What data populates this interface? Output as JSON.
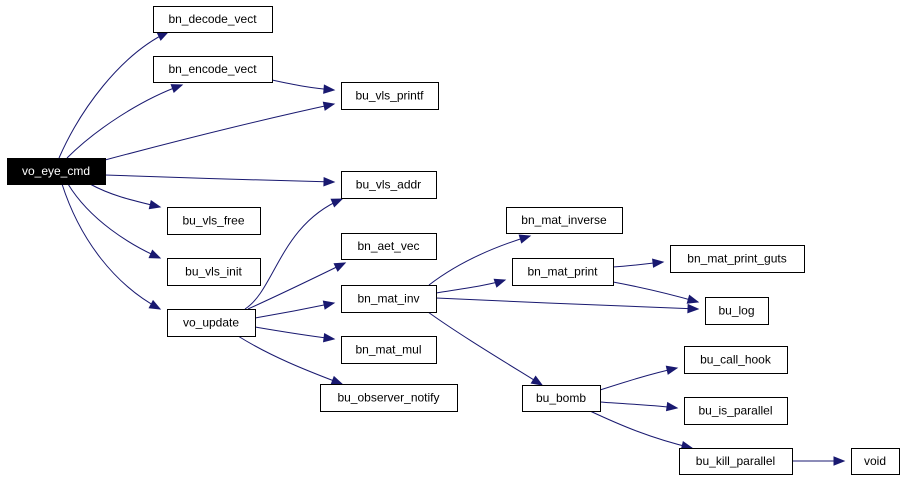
{
  "colors": {
    "edge": "#191970",
    "root_fill": "#000000",
    "root_text": "#ffffff",
    "node_fill": "#ffffff",
    "node_border": "#000000"
  },
  "nodes": [
    {
      "id": "vo_eye_cmd",
      "label": "vo_eye_cmd",
      "root": true
    },
    {
      "id": "bn_decode_vect",
      "label": "bn_decode_vect"
    },
    {
      "id": "bn_encode_vect",
      "label": "bn_encode_vect"
    },
    {
      "id": "bu_vls_printf",
      "label": "bu_vls_printf"
    },
    {
      "id": "bu_vls_addr",
      "label": "bu_vls_addr"
    },
    {
      "id": "bu_vls_free",
      "label": "bu_vls_free"
    },
    {
      "id": "bu_vls_init",
      "label": "bu_vls_init"
    },
    {
      "id": "vo_update",
      "label": "vo_update"
    },
    {
      "id": "bn_aet_vec",
      "label": "bn_aet_vec"
    },
    {
      "id": "bn_mat_inv",
      "label": "bn_mat_inv"
    },
    {
      "id": "bn_mat_mul",
      "label": "bn_mat_mul"
    },
    {
      "id": "bu_observer_notify",
      "label": "bu_observer_notify"
    },
    {
      "id": "bn_mat_inverse",
      "label": "bn_mat_inverse"
    },
    {
      "id": "bn_mat_print",
      "label": "bn_mat_print"
    },
    {
      "id": "bn_mat_print_guts",
      "label": "bn_mat_print_guts"
    },
    {
      "id": "bu_log",
      "label": "bu_log"
    },
    {
      "id": "bu_bomb",
      "label": "bu_bomb"
    },
    {
      "id": "bu_call_hook",
      "label": "bu_call_hook"
    },
    {
      "id": "bu_is_parallel",
      "label": "bu_is_parallel"
    },
    {
      "id": "bu_kill_parallel",
      "label": "bu_kill_parallel"
    },
    {
      "id": "void",
      "label": "void"
    }
  ],
  "edges": [
    {
      "from": "vo_eye_cmd",
      "to": "bn_decode_vect"
    },
    {
      "from": "vo_eye_cmd",
      "to": "bn_encode_vect"
    },
    {
      "from": "vo_eye_cmd",
      "to": "bu_vls_printf"
    },
    {
      "from": "vo_eye_cmd",
      "to": "bu_vls_addr"
    },
    {
      "from": "vo_eye_cmd",
      "to": "bu_vls_free"
    },
    {
      "from": "vo_eye_cmd",
      "to": "bu_vls_init"
    },
    {
      "from": "vo_eye_cmd",
      "to": "vo_update"
    },
    {
      "from": "bn_encode_vect",
      "to": "bu_vls_printf"
    },
    {
      "from": "vo_update",
      "to": "bu_vls_addr"
    },
    {
      "from": "vo_update",
      "to": "bn_aet_vec"
    },
    {
      "from": "vo_update",
      "to": "bn_mat_inv"
    },
    {
      "from": "vo_update",
      "to": "bn_mat_mul"
    },
    {
      "from": "vo_update",
      "to": "bu_observer_notify"
    },
    {
      "from": "bn_mat_inv",
      "to": "bn_mat_inverse"
    },
    {
      "from": "bn_mat_inv",
      "to": "bn_mat_print"
    },
    {
      "from": "bn_mat_inv",
      "to": "bu_log"
    },
    {
      "from": "bn_mat_inv",
      "to": "bu_bomb"
    },
    {
      "from": "bn_mat_print",
      "to": "bn_mat_print_guts"
    },
    {
      "from": "bn_mat_print",
      "to": "bu_log"
    },
    {
      "from": "bu_bomb",
      "to": "bu_call_hook"
    },
    {
      "from": "bu_bomb",
      "to": "bu_is_parallel"
    },
    {
      "from": "bu_bomb",
      "to": "bu_kill_parallel"
    },
    {
      "from": "bu_kill_parallel",
      "to": "void"
    }
  ]
}
